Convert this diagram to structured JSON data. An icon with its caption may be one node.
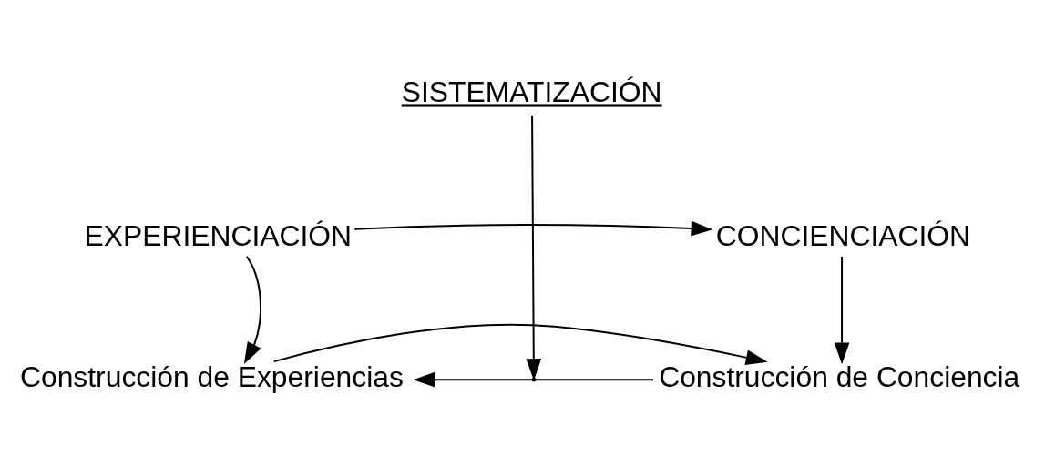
{
  "diagram": {
    "nodes": [
      {
        "text": [
          "SISTEMATIZACIÓN"
        ]
      },
      {
        "text": [
          "EXPERIENCIACIÓN"
        ]
      },
      {
        "text": [
          "CONCIENCIACIÓN"
        ]
      },
      {
        "text": [
          "Construcción de Experiencias"
        ]
      },
      {
        "text": [
          "Construcción de Conciencia"
        ]
      }
    ],
    "edges": [
      {
        "from": 1,
        "to": 2,
        "arrow": "to"
      },
      {
        "from": 0,
        "to": null,
        "arrow": "to"
      },
      {
        "from": 1,
        "to": 3,
        "arrow": "to"
      },
      {
        "from": 2,
        "to": 4,
        "arrow": "to"
      },
      {
        "from": 3,
        "to": 4,
        "arrow": "to"
      },
      {
        "from": 4,
        "to": 3,
        "arrow": "to"
      }
    ]
  }
}
